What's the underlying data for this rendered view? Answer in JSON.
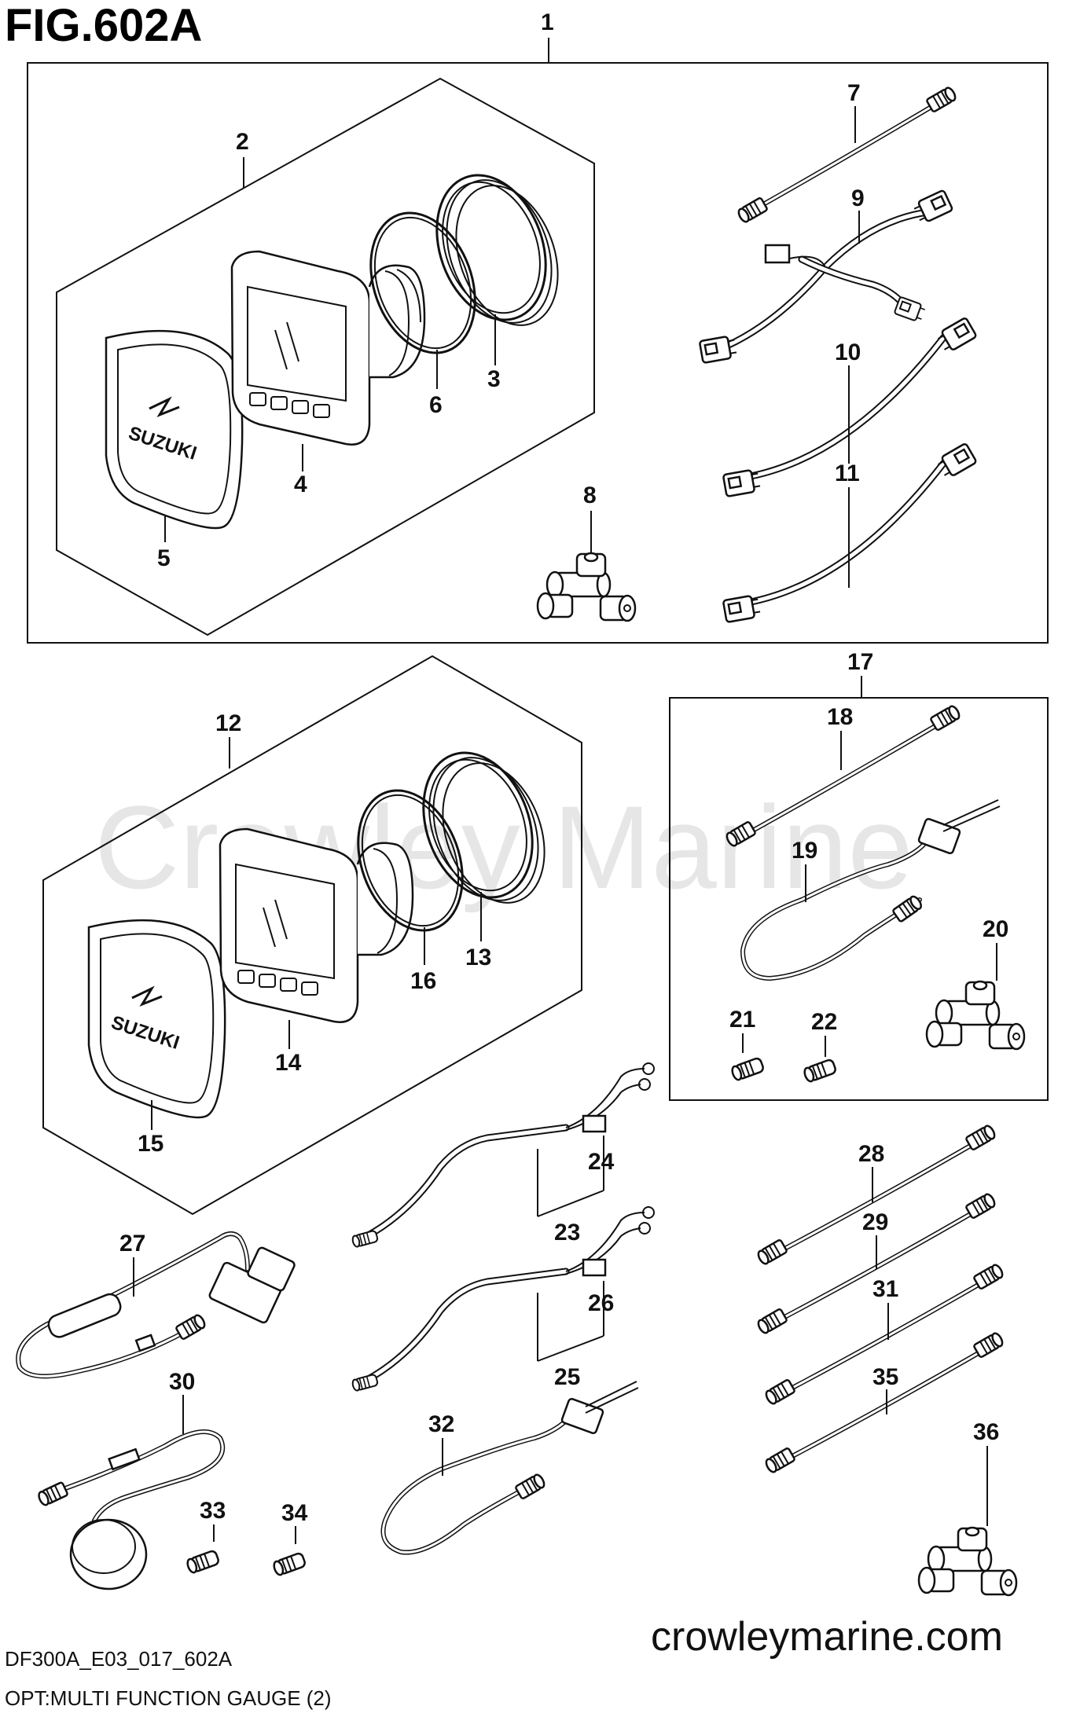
{
  "figure": {
    "title": "FIG.602A",
    "code": "DF300A_E03_017_602A",
    "caption": "OPT:MULTI FUNCTION GAUGE (2)",
    "website": "crowleymarine.com",
    "watermark": "Crowley Marine"
  },
  "callouts": [
    {
      "id": "c1",
      "text": "1"
    },
    {
      "id": "c2",
      "text": "2"
    },
    {
      "id": "c3",
      "text": "3"
    },
    {
      "id": "c4",
      "text": "4"
    },
    {
      "id": "c5",
      "text": "5"
    },
    {
      "id": "c6",
      "text": "6"
    },
    {
      "id": "c7",
      "text": "7"
    },
    {
      "id": "c8",
      "text": "8"
    },
    {
      "id": "c9",
      "text": "9"
    },
    {
      "id": "c10",
      "text": "10"
    },
    {
      "id": "c11",
      "text": "11"
    },
    {
      "id": "c12",
      "text": "12"
    },
    {
      "id": "c13",
      "text": "13"
    },
    {
      "id": "c14",
      "text": "14"
    },
    {
      "id": "c15",
      "text": "15"
    },
    {
      "id": "c16",
      "text": "16"
    },
    {
      "id": "c17",
      "text": "17"
    },
    {
      "id": "c18",
      "text": "18"
    },
    {
      "id": "c19",
      "text": "19"
    },
    {
      "id": "c20",
      "text": "20"
    },
    {
      "id": "c21",
      "text": "21"
    },
    {
      "id": "c22",
      "text": "22"
    },
    {
      "id": "c23",
      "text": "23"
    },
    {
      "id": "c24",
      "text": "24"
    },
    {
      "id": "c25",
      "text": "25"
    },
    {
      "id": "c26",
      "text": "26"
    },
    {
      "id": "c27",
      "text": "27"
    },
    {
      "id": "c28",
      "text": "28"
    },
    {
      "id": "c29",
      "text": "29"
    },
    {
      "id": "c30",
      "text": "30"
    },
    {
      "id": "c31",
      "text": "31"
    },
    {
      "id": "c32",
      "text": "32"
    },
    {
      "id": "c33",
      "text": "33"
    },
    {
      "id": "c34",
      "text": "34"
    },
    {
      "id": "c35",
      "text": "35"
    },
    {
      "id": "c36",
      "text": "36"
    }
  ],
  "logo_text": "SUZUKI"
}
